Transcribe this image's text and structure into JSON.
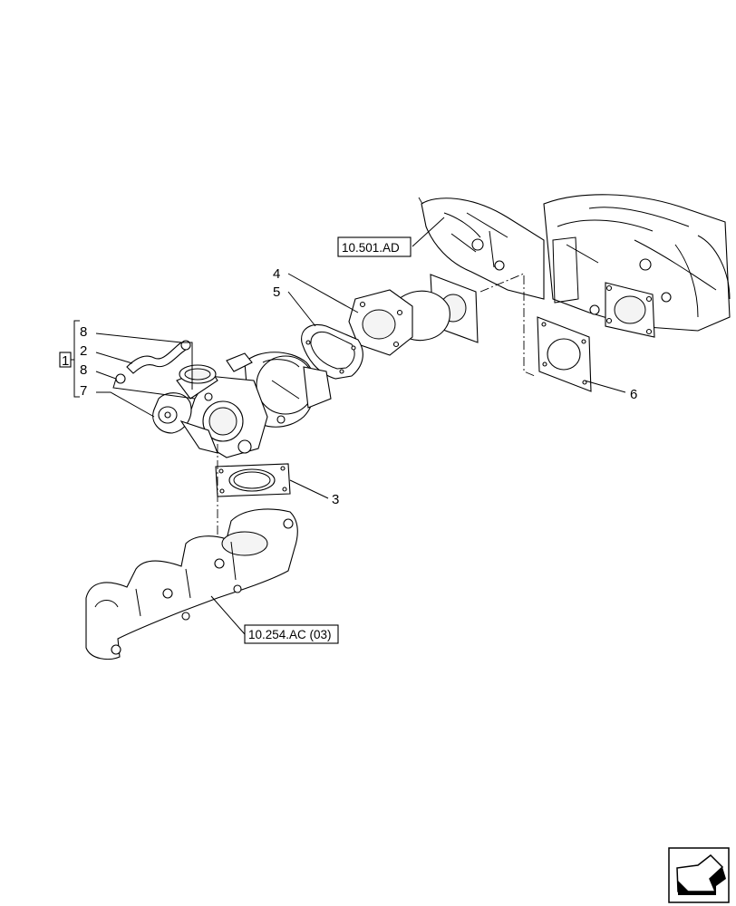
{
  "callouts": {
    "assembly": "1",
    "items": [
      {
        "label": "8"
      },
      {
        "label": "2"
      },
      {
        "label": "8"
      },
      {
        "label": "7"
      }
    ],
    "part_4": "4",
    "part_5": "5",
    "part_3": "3",
    "part_6": "6"
  },
  "references": {
    "upper": "10.501.AD",
    "lower": "10.254.AC (03)"
  },
  "nav": {
    "icon": "next-page-arrow-icon"
  }
}
